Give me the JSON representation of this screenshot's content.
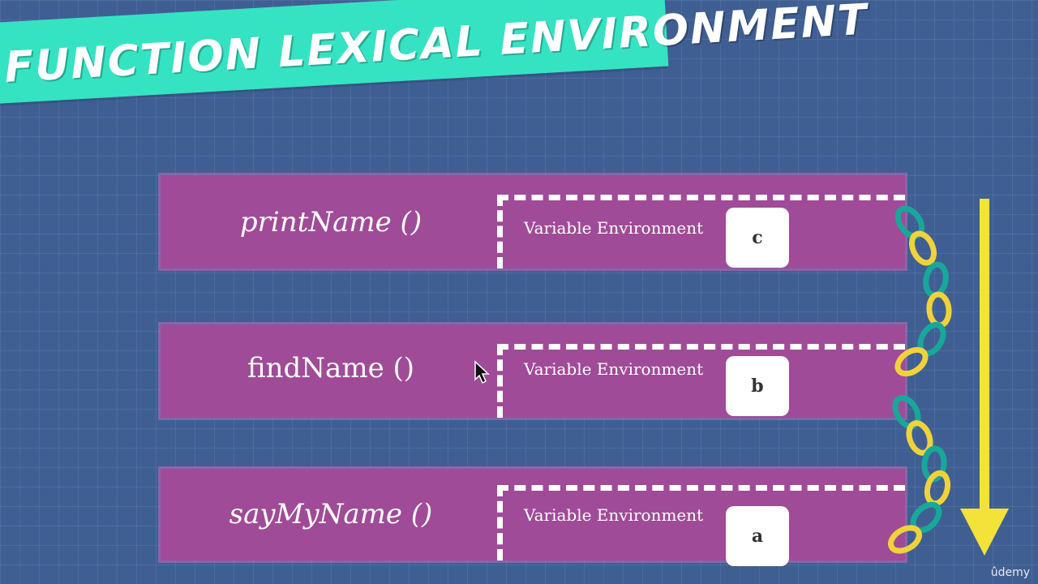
{
  "title": "FUNCTION LEXICAL ENVIRONMENT",
  "frames": [
    {
      "name": "printName ()",
      "italic": true,
      "env_label": "Variable Environment",
      "var": "c"
    },
    {
      "name": "findName ()",
      "italic": false,
      "env_label": "Variable Environment",
      "var": "b"
    },
    {
      "name": "sayMyName ()",
      "italic": true,
      "env_label": "Variable Environment",
      "var": "a"
    }
  ],
  "watermark": "ûdemy",
  "colors": {
    "background": "#3f5f93",
    "banner": "#35e3c2",
    "frame": "#a04b98",
    "arrow": "#f2e23a",
    "chain_teal": "#18a89a",
    "chain_yellow": "#f0d23a"
  }
}
